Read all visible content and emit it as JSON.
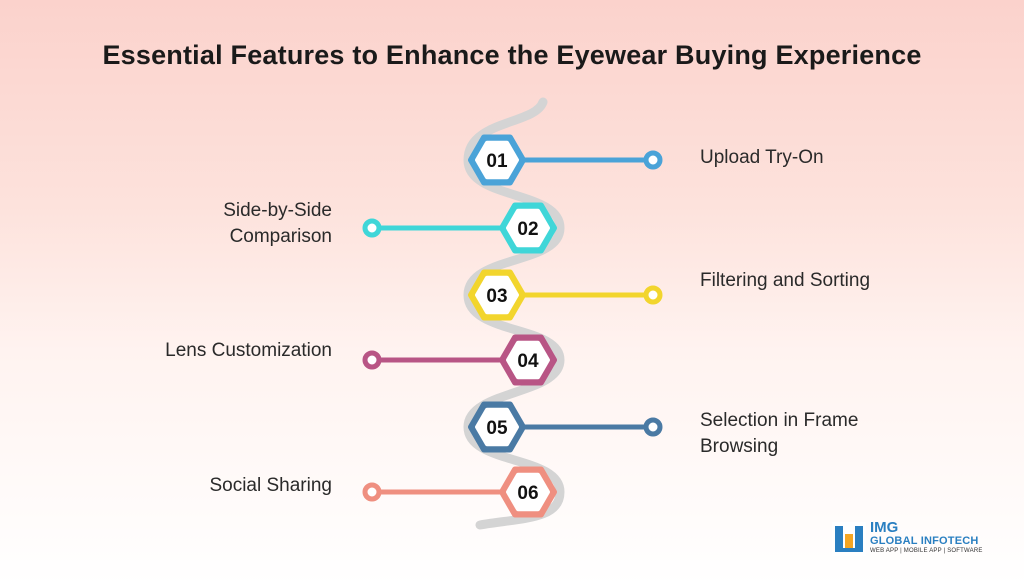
{
  "title": "Essential Features to Enhance the Eyewear Buying Experience",
  "steps": [
    {
      "number": "01",
      "label": "Upload Try-On",
      "color": "#4aa3d8"
    },
    {
      "number": "02",
      "label": "Side-by-Side Comparison",
      "color": "#3fd6d8"
    },
    {
      "number": "03",
      "label": "Filtering and Sorting",
      "color": "#f2d52d"
    },
    {
      "number": "04",
      "label": "Lens Customization",
      "color": "#b85585"
    },
    {
      "number": "05",
      "label": "Selection in Frame Browsing",
      "color": "#4a7aa4"
    },
    {
      "number": "06",
      "label": "Social Sharing",
      "color": "#ef8f80"
    }
  ],
  "logo": {
    "brand": "IMG",
    "company": "GLOBAL INFOTECH",
    "tagline": "WEB APP | MOBILE APP | SOFTWARE",
    "colors": {
      "blue": "#2a7fc1",
      "orange": "#f5a623"
    }
  }
}
